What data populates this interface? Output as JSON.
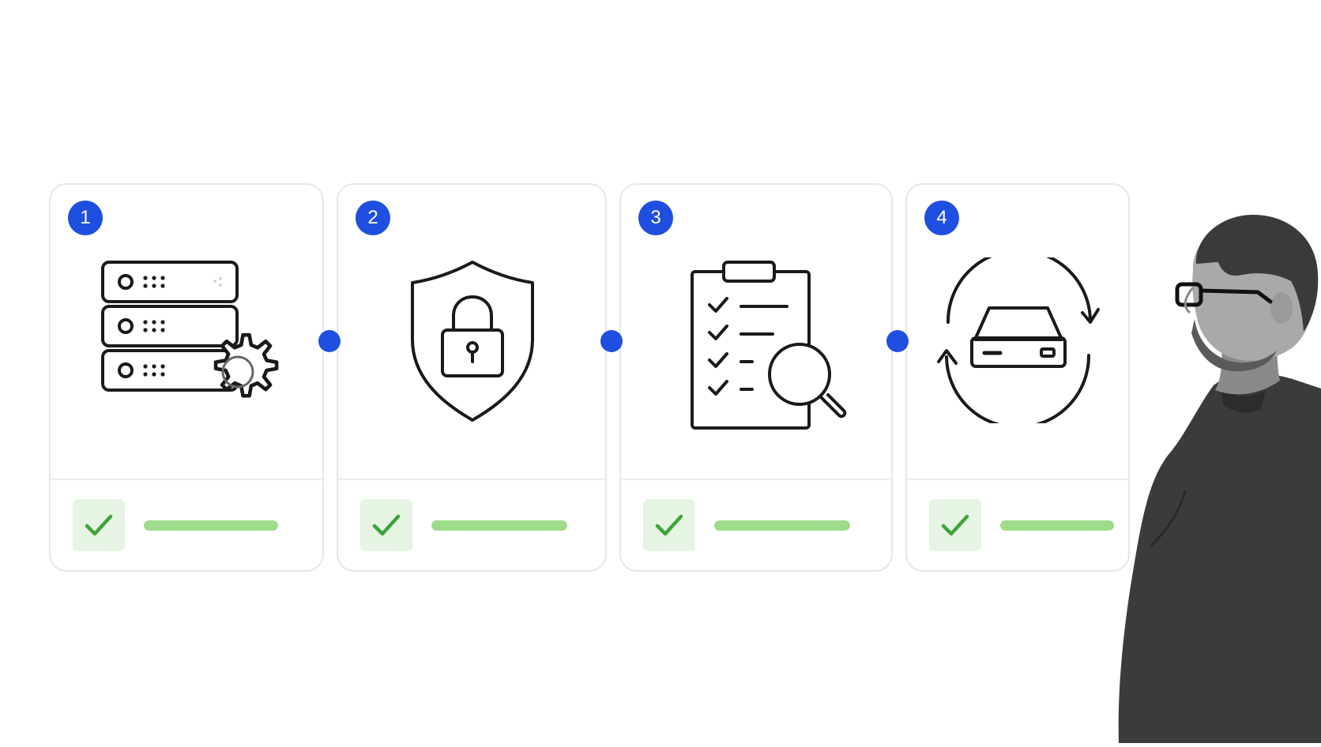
{
  "colors": {
    "accent_blue": "#1f4fe0",
    "success_green": "#9cdc8a",
    "check_green": "#3da53a",
    "icon_stroke": "#1a1a1a"
  },
  "steps": [
    {
      "number": "1",
      "icon": "server-gear-icon",
      "progress": 1.0
    },
    {
      "number": "2",
      "icon": "shield-lock-icon",
      "progress": 1.0
    },
    {
      "number": "3",
      "icon": "checklist-magnifier-icon",
      "progress": 1.0
    },
    {
      "number": "4",
      "icon": "drive-sync-icon",
      "progress": 1.0
    }
  ],
  "connectors": [
    {
      "icon": "connector-node-dot"
    },
    {
      "icon": "connector-node-dot"
    },
    {
      "icon": "connector-node-dot"
    }
  ],
  "person": {
    "icon": "person-observer-illustration"
  }
}
